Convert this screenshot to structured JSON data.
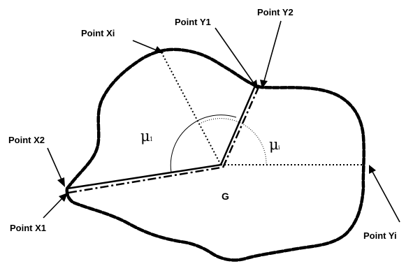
{
  "diagram": {
    "labels": {
      "point_xi": "Point Xi",
      "point_y1": "Point Y1",
      "point_y2": "Point Y2",
      "point_x2": "Point X2",
      "point_x1": "Point X1",
      "point_yi": "Point Yi",
      "center": "G",
      "mu_symbol": "μ",
      "mu_1_sub": "1",
      "mu_i_sub": "i"
    },
    "colors": {
      "stroke": "#000000",
      "background": "#ffffff"
    }
  }
}
